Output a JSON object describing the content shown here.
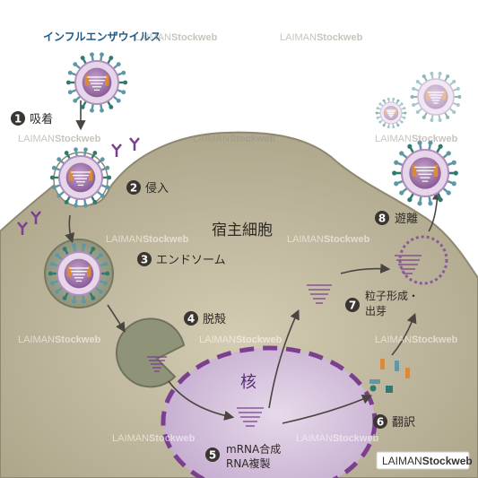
{
  "title": "インフルエンザウイルス",
  "cell_label": "宿主細胞",
  "nucleus_label": "核",
  "steps": [
    {
      "num": "1",
      "label": "吸着"
    },
    {
      "num": "2",
      "label": "侵入"
    },
    {
      "num": "3",
      "label": "エンドソーム"
    },
    {
      "num": "4",
      "label": "脱殻"
    },
    {
      "num": "5",
      "label": "mRNA合成",
      "label2": "RNA複製"
    },
    {
      "num": "6",
      "label": "翻訳"
    },
    {
      "num": "7",
      "label": "粒子形成・",
      "label2": "出芽"
    },
    {
      "num": "8",
      "label": "遊離"
    }
  ],
  "watermark": {
    "part1": "LAIMAN",
    "part2": "Stockweb"
  },
  "colors": {
    "cell": "#b7b096",
    "cell_edge": "#8f8870",
    "nucleus": "#cdb6d6",
    "nucleus_edge": "#7a3f8f",
    "virus_core": "#9a6aa5",
    "spike_blue": "#5e98a6",
    "spike_green": "#2f7b72",
    "spike_orange": "#d98a3a",
    "arrow": "#4a4540",
    "step_circle": "#3a3531"
  }
}
